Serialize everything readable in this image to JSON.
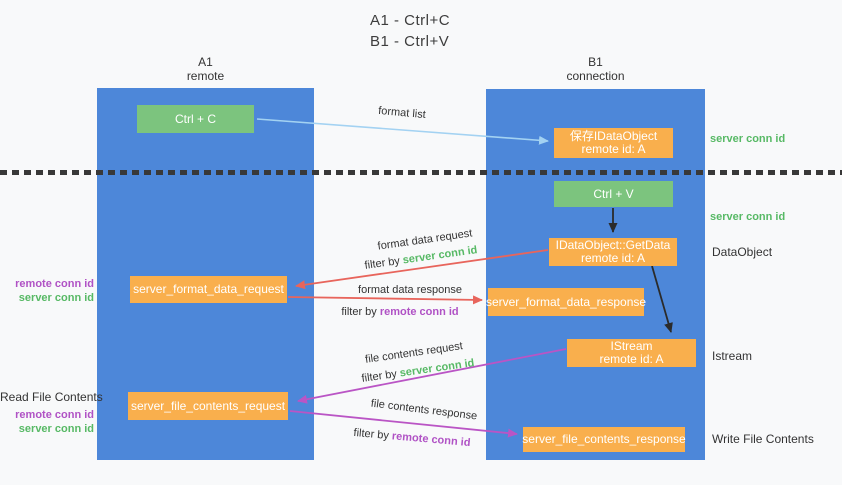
{
  "title": {
    "line1": "A1 - Ctrl+C",
    "line2": "B1 - Ctrl+V"
  },
  "columns": {
    "a1": {
      "name": "A1",
      "subtitle": "remote"
    },
    "b1": {
      "name": "B1",
      "subtitle": "connection"
    }
  },
  "nodes": {
    "ctrl_c": {
      "label": "Ctrl + C"
    },
    "ctrl_v": {
      "label": "Ctrl + V"
    },
    "save_idataobject": {
      "line1": "保存IDataObject",
      "line2": "remote id: A"
    },
    "idataobject_getdata": {
      "line1": "IDataObject::GetData",
      "line2": "remote id: A"
    },
    "istream": {
      "line1": "IStream",
      "line2": "remote id: A"
    },
    "server_format_data_request": {
      "label": "server_format_data_request"
    },
    "server_format_data_response": {
      "label": "server_format_data_response"
    },
    "server_file_contents_request": {
      "label": "server_file_contents_request"
    },
    "server_file_contents_response": {
      "label": "server_file_contents_response"
    }
  },
  "arrow_labels": {
    "format_list": "format list",
    "format_data_request": "format data request",
    "format_data_response": "format data response",
    "file_contents_request": "file contents request",
    "file_contents_response": "file contents response",
    "filter_by": "filter by"
  },
  "side_labels": {
    "server_conn_id": "server conn id",
    "remote_conn_id": "remote conn id",
    "dataobject": "DataObject",
    "istream": "Istream",
    "read_file_contents": "Read File Contents",
    "write_file_contents": "Write File Contents"
  },
  "colors": {
    "column_blue": "#4d87d9",
    "box_green": "#7cc47e",
    "box_orange": "#f9af4d",
    "arrow_blue": "#a3d2f2",
    "arrow_red": "#e8655c",
    "arrow_magenta": "#ba55c5",
    "arrow_black": "#2b2b2b",
    "text_green": "#57b965",
    "text_purple": "#b052c5"
  }
}
